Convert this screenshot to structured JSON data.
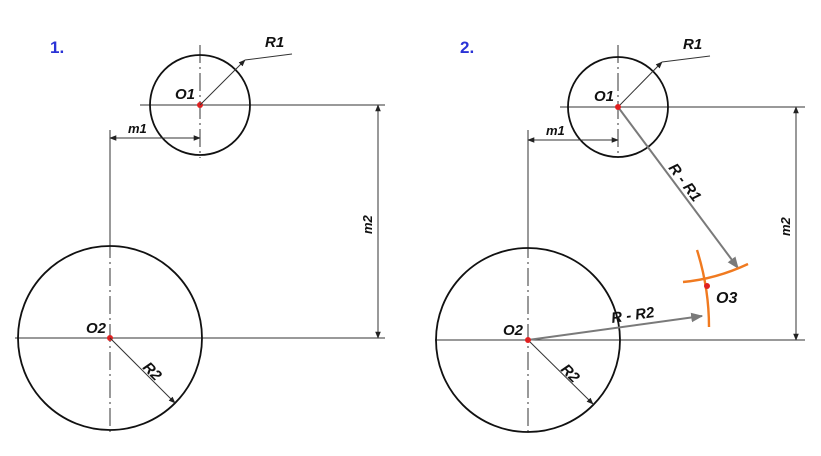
{
  "panels": [
    {
      "number": "1.",
      "labels": {
        "O1": "O1",
        "O2": "O2",
        "R1": "R1",
        "R2": "R2",
        "m1": "m1",
        "m2": "m2"
      }
    },
    {
      "number": "2.",
      "labels": {
        "O1": "O1",
        "O2": "O2",
        "O3": "O3",
        "R1": "R1",
        "R2": "R2",
        "m1": "m1",
        "m2": "m2",
        "R_R1": "R - R1",
        "R_R2": "R - R2"
      }
    }
  ],
  "colors": {
    "center_point": "#e02020",
    "arc": "#f07a20",
    "vector": "#7a7a7a",
    "panel_number": "#2a33d6"
  }
}
